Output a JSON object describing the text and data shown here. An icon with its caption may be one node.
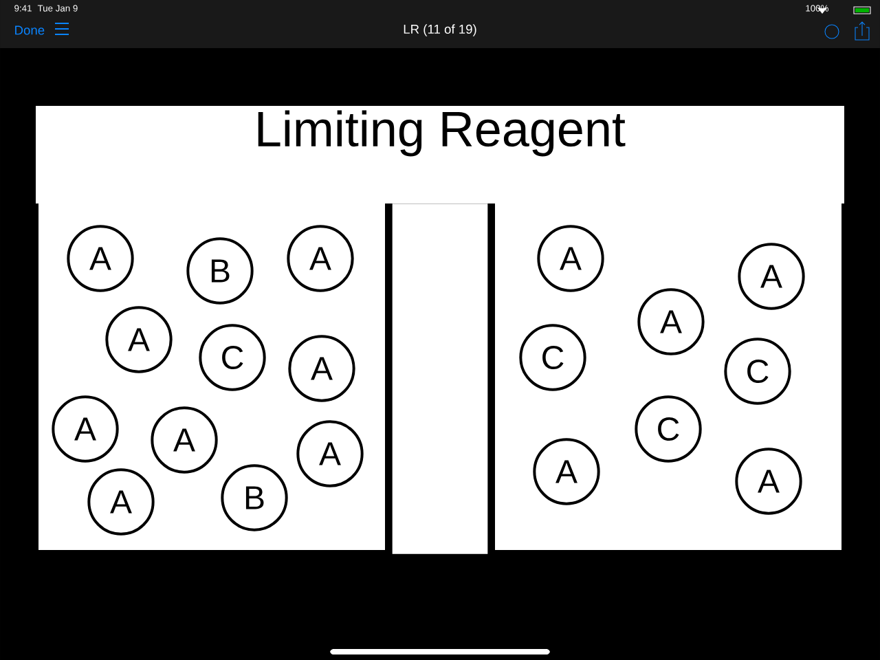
{
  "diagram": {
    "title": "Limiting Reagent",
    "nodes": [
      {
        "text": [],
        "shape": "box"
      },
      {
        "text": [],
        "shape": "box"
      },
      {
        "text": [],
        "shape": "box"
      },
      {
        "text": [
          "A"
        ],
        "in": 0
      },
      {
        "text": [
          "B"
        ],
        "in": 0
      },
      {
        "text": [
          "A"
        ],
        "in": 0
      },
      {
        "text": [
          "A"
        ],
        "in": 0
      },
      {
        "text": [
          "C"
        ],
        "in": 0
      },
      {
        "text": [
          "A"
        ],
        "in": 0
      },
      {
        "text": [
          "A"
        ],
        "in": 0
      },
      {
        "text": [
          "A"
        ],
        "in": 0
      },
      {
        "text": [
          "A"
        ],
        "in": 0
      },
      {
        "text": [
          "A"
        ],
        "in": 0
      },
      {
        "text": [
          "B"
        ],
        "in": 0
      },
      {
        "text": [
          "A"
        ],
        "in": 2
      },
      {
        "text": [
          "A"
        ],
        "in": 2
      },
      {
        "text": [
          "A"
        ],
        "in": 2
      },
      {
        "text": [
          "C"
        ],
        "in": 2
      },
      {
        "text": [
          "C"
        ],
        "in": 2
      },
      {
        "text": [
          "C"
        ],
        "in": 2
      },
      {
        "text": [
          "A"
        ],
        "in": 2
      },
      {
        "text": [
          "A"
        ],
        "in": 2
      }
    ],
    "labels": [
      "9:41",
      "Tue Jan 9",
      "Done",
      "LR (11 of 19)",
      "100%"
    ]
  }
}
